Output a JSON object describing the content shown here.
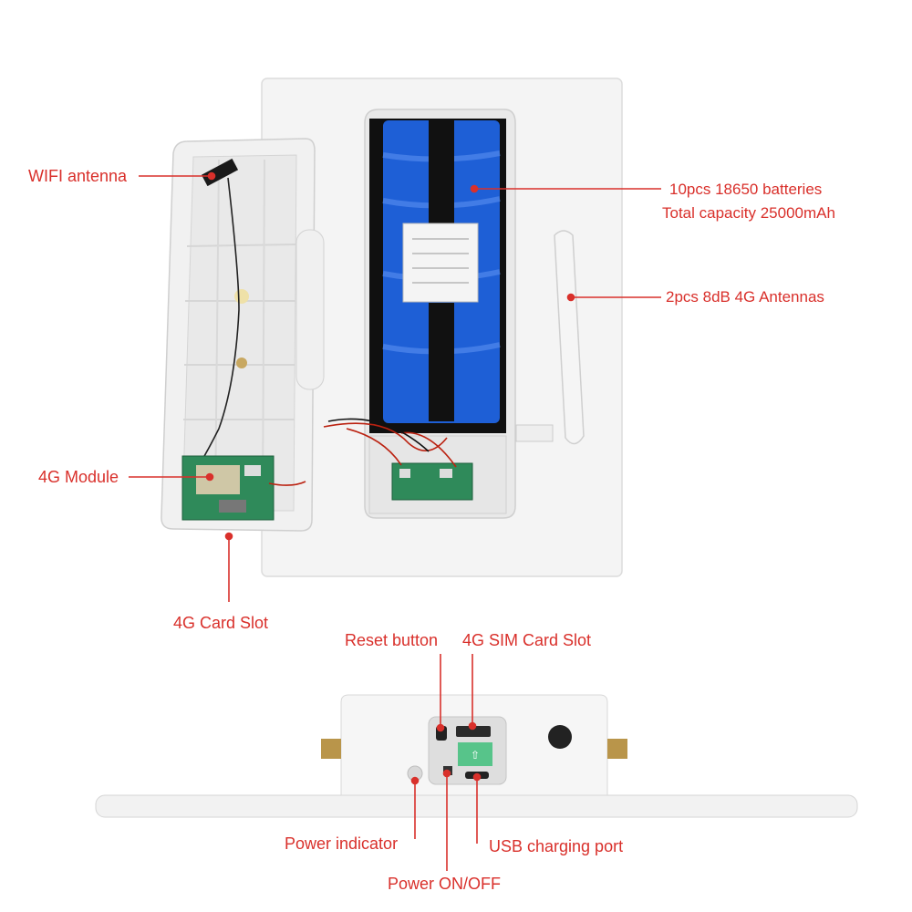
{
  "labels": {
    "wifi_antenna": "WIFI antenna",
    "batteries_line1": "10pcs 18650 batteries",
    "batteries_line2": "Total capacity 25000mAh",
    "antennas_4g": "2pcs 8dB 4G Antennas",
    "module_4g": "4G Module",
    "card_slot_4g": "4G Card Slot",
    "reset_button": "Reset button",
    "sim_card_slot": "4G SIM Card Slot",
    "power_indicator": "Power indicator",
    "usb_charging_port": "USB charging port",
    "power_on_off": "Power ON/OFF"
  },
  "colors": {
    "annotation": "#d9302b",
    "battery_blue": "#1e5fd6",
    "pcb_green": "#2f8a5a",
    "device_white": "#f3f3f3"
  }
}
